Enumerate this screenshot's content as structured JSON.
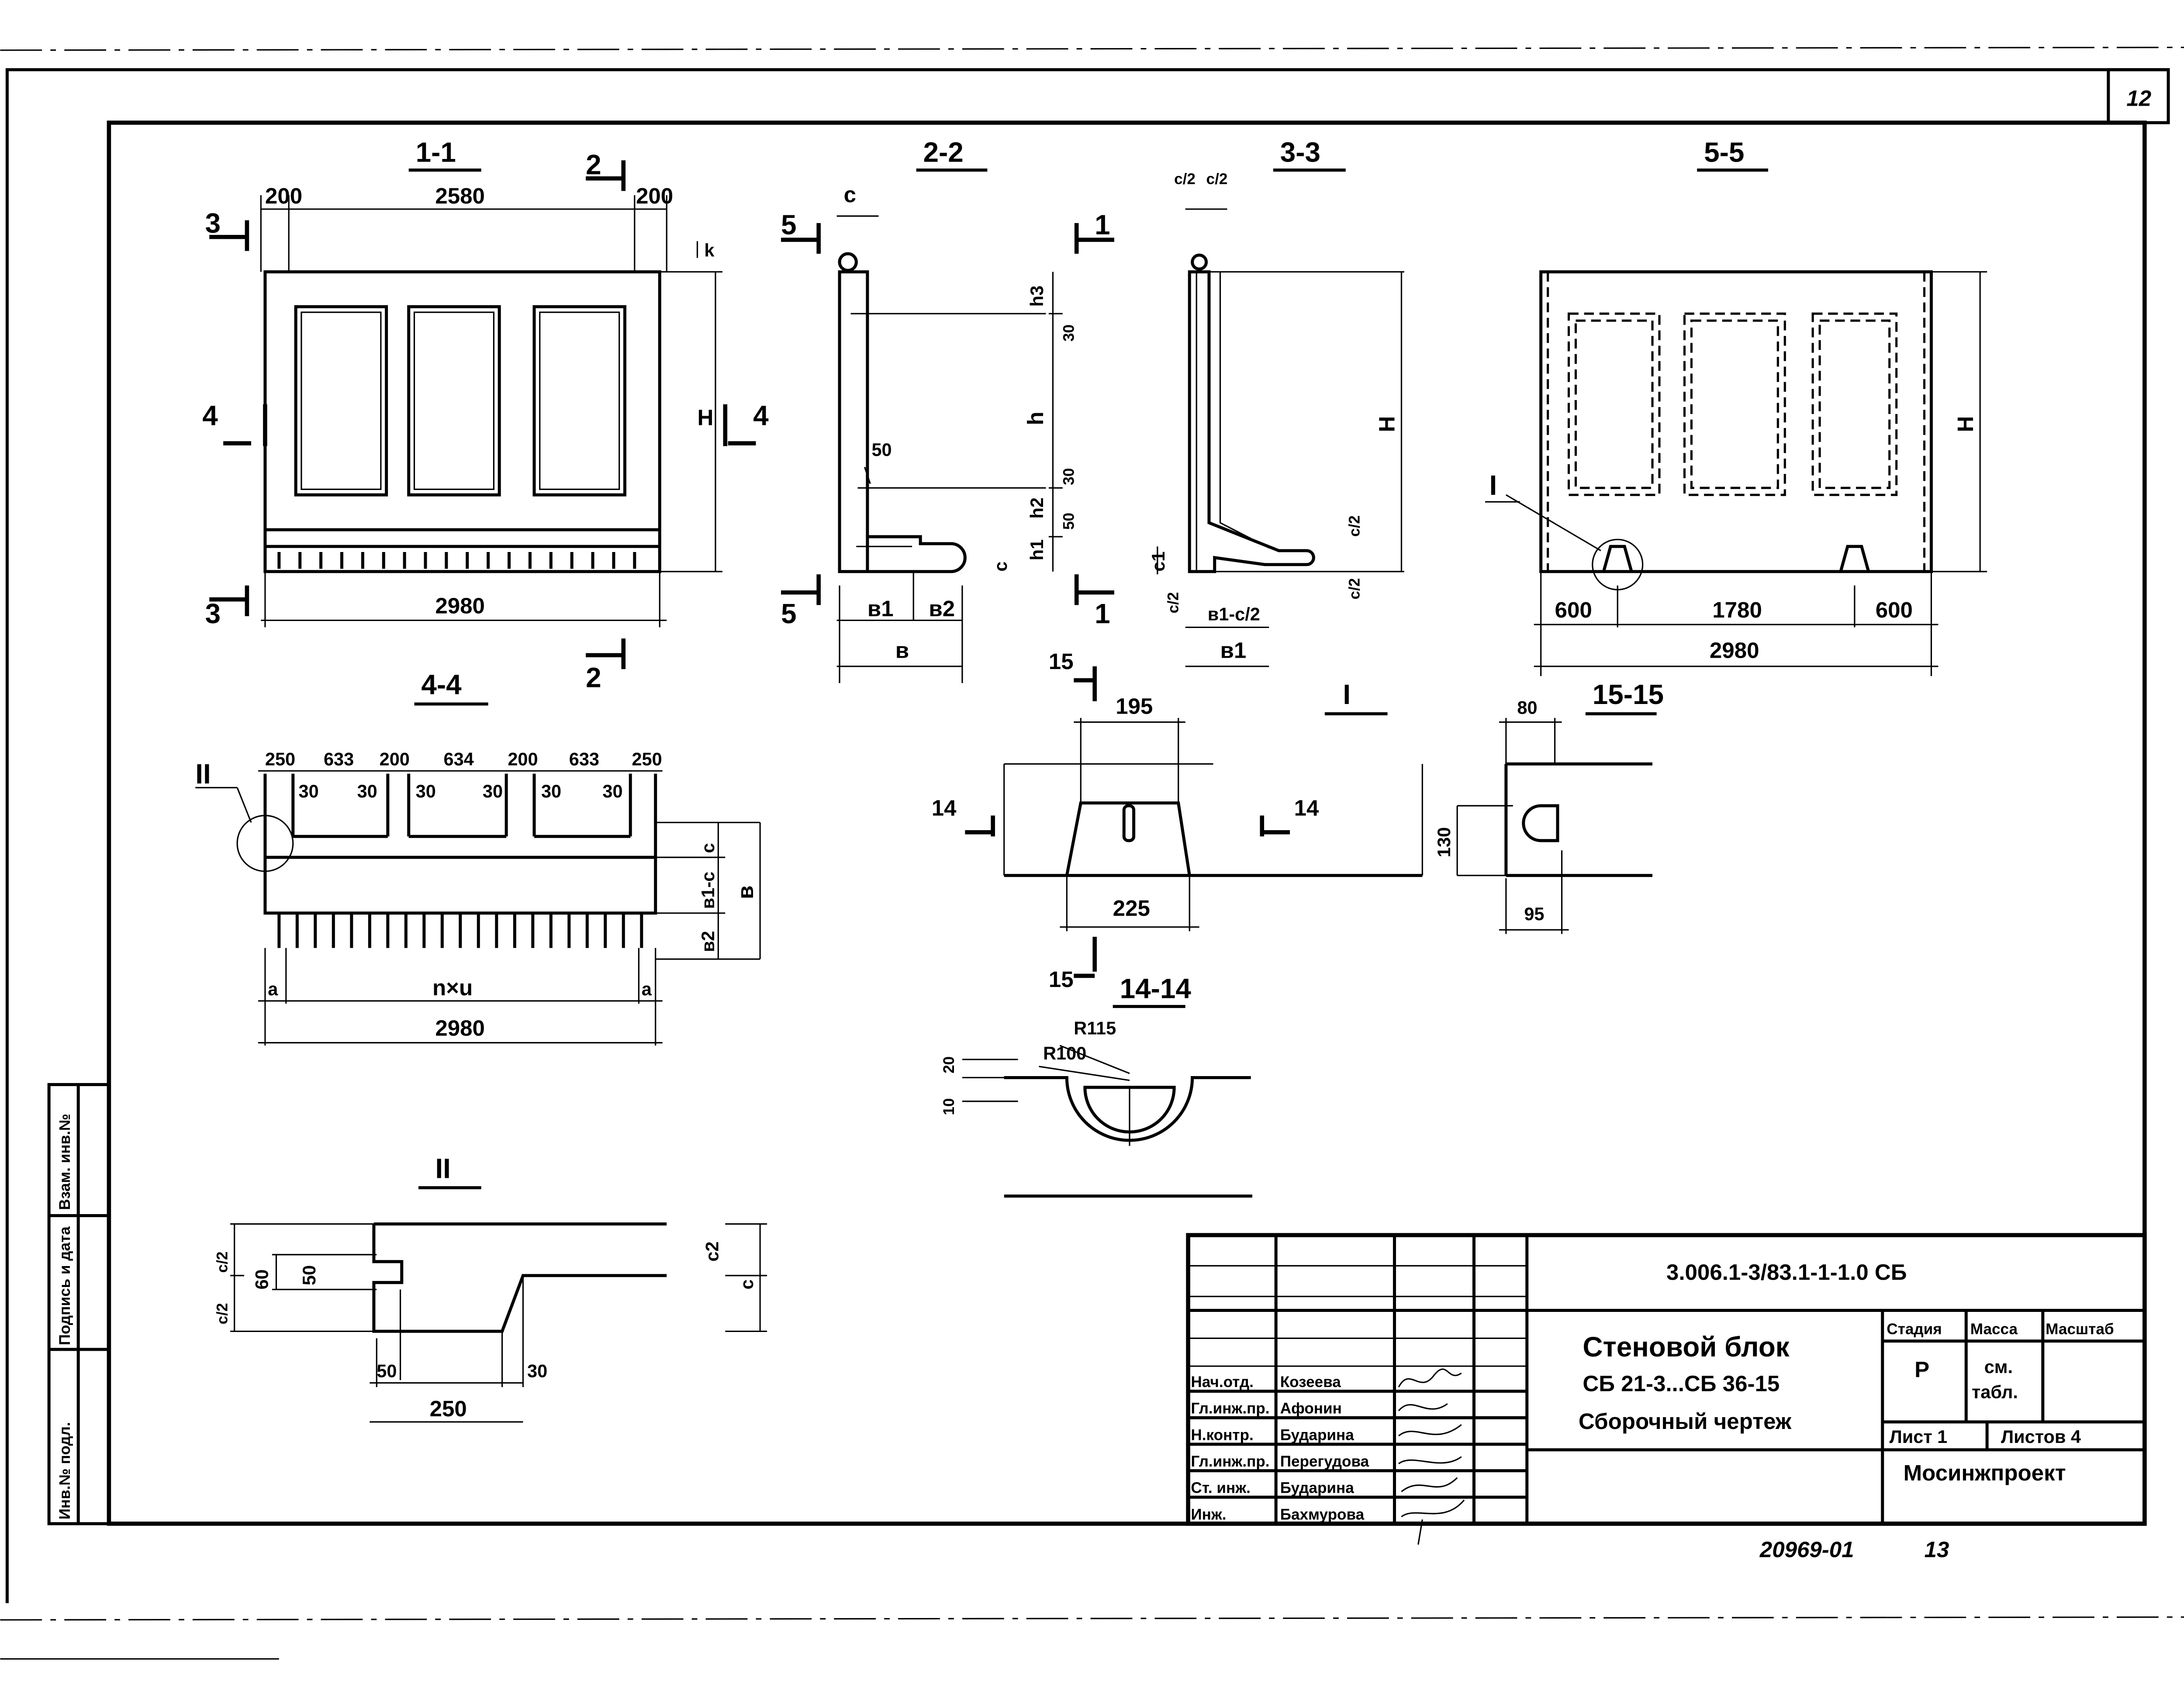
{
  "sheet": {
    "number": "12",
    "footer_code": "20969-01",
    "footer_page": "13"
  },
  "left_stamp": {
    "inv_podl": "Инв.№ подл.",
    "podpis_data": "Подпись и дата",
    "vzam_inv": "Взам. инв.№"
  },
  "sections": {
    "s11": {
      "title": "1-1",
      "d200a": "200",
      "d2580": "2580",
      "d200b": "200",
      "d2980": "2980",
      "H": "H",
      "k": "k",
      "m3": "3",
      "m4": "4",
      "m2": "2"
    },
    "s22": {
      "title": "2-2",
      "c": "c",
      "h3": "h3",
      "d30a": "30",
      "h": "h",
      "d50": "50",
      "d30b": "30",
      "h2": "h2",
      "d50b": "50",
      "c2": "c",
      "h1": "h1",
      "b1": "в1",
      "b2": "в2",
      "b": "в",
      "m5": "5",
      "m1": "1"
    },
    "s33": {
      "title": "3-3",
      "c2a": "c/2",
      "c2b": "c/2",
      "H": "H",
      "c1": "c1",
      "cc": "c/2",
      "b1c": "в1-c/2",
      "b1": "в1",
      "cl": "c/2"
    },
    "s55": {
      "title": "5-5",
      "I": "I",
      "d600a": "600",
      "d1780": "1780",
      "d600b": "600",
      "d2980": "2980",
      "H": "H"
    },
    "s44": {
      "title": "4-4",
      "II": "II",
      "dims": [
        "250",
        "633",
        "200",
        "634",
        "200",
        "633",
        "250"
      ],
      "d30": "30",
      "c": "c",
      "b1c": "в1-c",
      "b": "в",
      "b2": "в2",
      "a": "a",
      "nu": "n×u",
      "d2980": "2980"
    },
    "sI": {
      "title": "I",
      "d195": "195",
      "d225": "225",
      "m14": "14",
      "m15": "15"
    },
    "s1515": {
      "title": "15-15",
      "d80": "80",
      "d130": "130",
      "d95": "95"
    },
    "s1414": {
      "title": "14-14",
      "r115": "R115",
      "r100": "R100",
      "d20": "20",
      "d10": "10"
    },
    "sII": {
      "title": "II",
      "c2": "c/2",
      "d60": "60",
      "d50": "50",
      "cc2": "c2",
      "c": "c",
      "d50b": "50",
      "d30": "30",
      "d250": "250"
    }
  },
  "title_block": {
    "doc_code": "3.006.1-3/83.1-1-1.0 СБ",
    "name_line1": "Стеновой блок",
    "name_line2": "СБ 21-3...СБ 36-15",
    "name_line3": "Сборочный чертеж",
    "stage_label": "Стадия",
    "mass_label": "Масса",
    "scale_label": "Масштаб",
    "stage_value": "Р",
    "mass_value_1": "см.",
    "mass_value_2": "табл.",
    "sheet_label": "Лист 1",
    "sheets_label": "Листов 4",
    "organization": "Мосинжпроект",
    "signers": [
      {
        "role": "Нач.отд.",
        "name": "Козеева"
      },
      {
        "role": "Гл.инж.пр.",
        "name": "Афонин"
      },
      {
        "role": "Н.контр.",
        "name": "Бударина"
      },
      {
        "role": "Гл.инж.пр.",
        "name": "Перегудова"
      },
      {
        "role": "Ст. инж.",
        "name": "Бударина"
      },
      {
        "role": "Инж.",
        "name": "Бахмурова"
      }
    ]
  }
}
